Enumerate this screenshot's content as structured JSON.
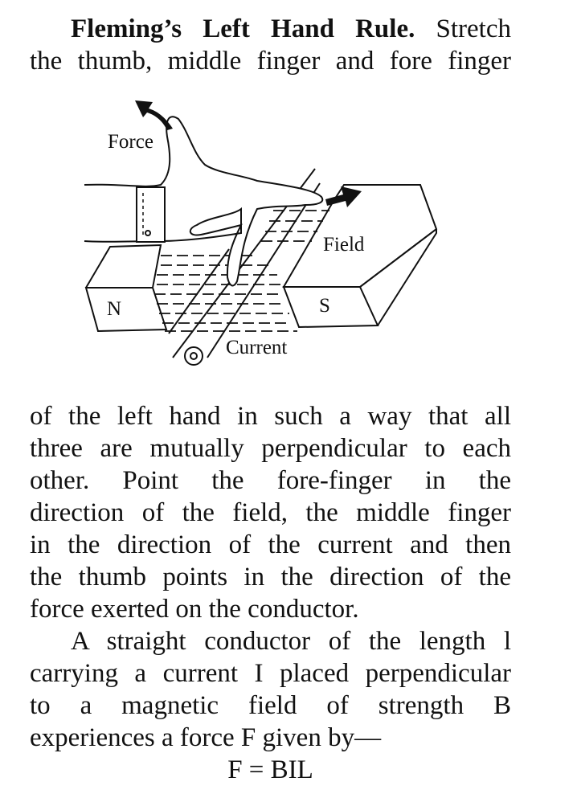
{
  "heading": {
    "title": "Fleming’s Left Hand Rule.",
    "after": "Stretch"
  },
  "intro_line2": "the thumb, middle finger and fore finger",
  "figure": {
    "labels": {
      "force": "Force",
      "field": "Field",
      "north": "N",
      "south": "S",
      "current": "Current"
    }
  },
  "paragraph1": [
    "of the left hand in such a way that all",
    "three are mutually perpendicular to each",
    "other. Point the fore-finger in the",
    "direction of the field, the middle finger",
    "in the direction of the current and then",
    "the thumb points in the direction of the",
    "force exerted on the conductor."
  ],
  "paragraph2": [
    "A straight conductor of the length l",
    "carrying a current I placed perpendicular",
    "to a magnetic field of strength B",
    "experiences a force F given by—"
  ],
  "formula": "F = BIL"
}
